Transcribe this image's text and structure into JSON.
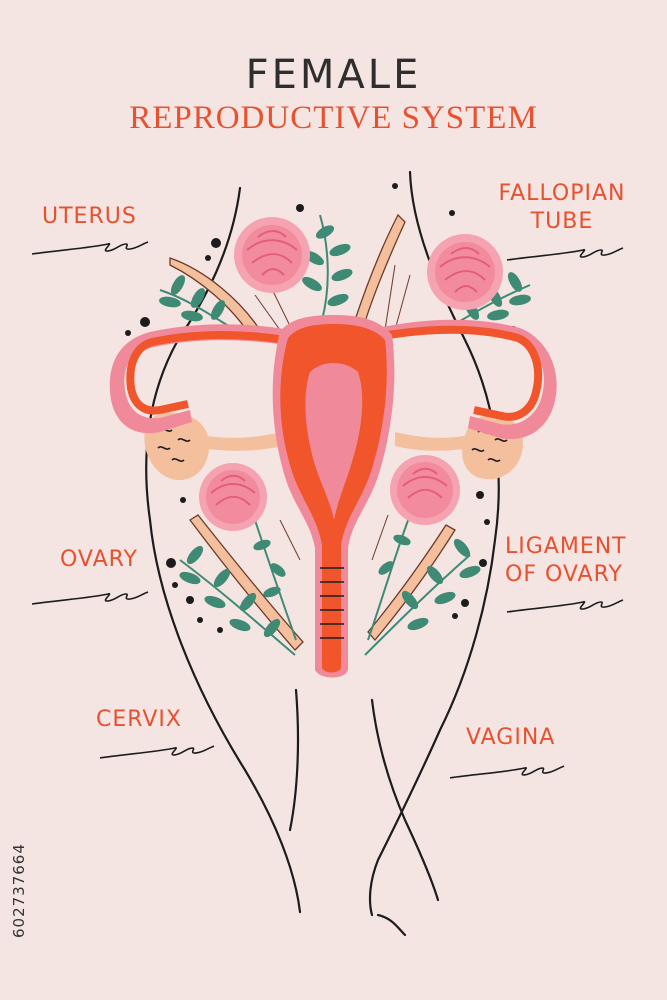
{
  "title": {
    "line1": "FEMALE",
    "line2": "REPRODUCTIVE SYSTEM"
  },
  "labels": {
    "uterus": "UTERUS",
    "fallopian_line1": "FALLOPIAN",
    "fallopian_line2": "TUBE",
    "ovary": "OVARY",
    "ligament_line1": "LIGAMENT",
    "ligament_line2": "OF OVARY",
    "cervix": "CERVIX",
    "vagina": "VAGINA"
  },
  "watermark": "602737664",
  "colors": {
    "background": "#f4e4e2",
    "accent": "#e8512f",
    "uterus": "#f0552b",
    "uterus_outline": "#f08a9a",
    "ovary": "#f4bf9c",
    "flower": "#f28b9e",
    "leaf": "#3f8a75",
    "line": "#1c1c1c"
  }
}
